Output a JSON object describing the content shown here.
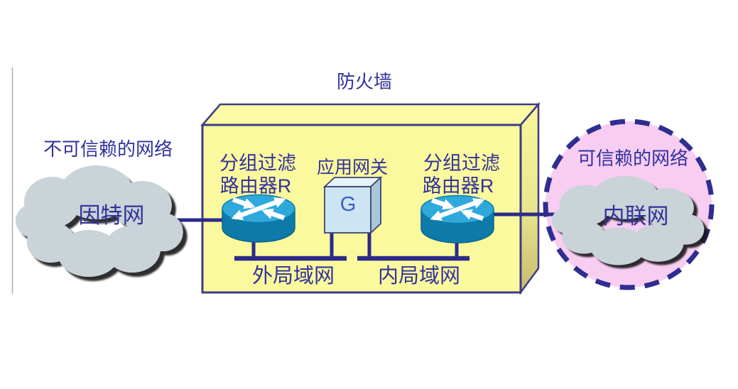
{
  "diagram": {
    "title": "防火墙",
    "firewall": {
      "router_left": {
        "label_line1": "分组过滤",
        "label_line2": "路由器R"
      },
      "gateway": {
        "label": "应用网关",
        "letter": "G"
      },
      "router_right": {
        "label_line1": "分组过滤",
        "label_line2": "路由器R"
      },
      "lan_outer": "外局域网",
      "lan_inner": "内局域网"
    },
    "internet": {
      "caption": "不可信赖的网络",
      "label": "因特网"
    },
    "intranet": {
      "caption": "可信赖的网络",
      "label": "内联网"
    }
  },
  "colors": {
    "text": "#32329b",
    "box_fill": "#fbf99d",
    "box_top_fill": "#fdfba4",
    "box_border": "#3c3c85",
    "line": "#2b2b8a",
    "cloud_fill": "#c9d3d8",
    "cloud_shadow": "#141414",
    "intranet_fill": "#f7cdf2",
    "dash_border": "#2e2e90",
    "router_top": "#2fa9dc",
    "router_side": "#0d7aa9",
    "gateway_front": "#cde5f2",
    "gateway_top": "#e6f3fa",
    "gateway_side": "#a9c7d8",
    "gateway_letter": "#3a5ec0",
    "guide_line": "#b5b5b5"
  }
}
